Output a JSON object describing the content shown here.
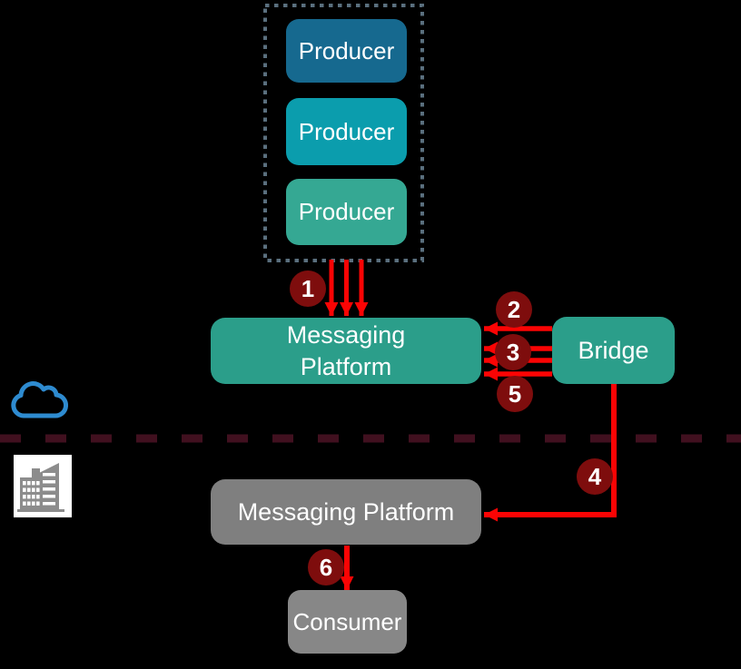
{
  "producer_group": {
    "producers": [
      {
        "label": "Producer",
        "color": "#16698F"
      },
      {
        "label": "Producer",
        "color": "#0B9DAD"
      },
      {
        "label": "Producer",
        "color": "#35A893"
      }
    ],
    "border_color": "#5A6F7E"
  },
  "cloud_zone": {
    "messaging_platform": {
      "label": "Messaging Platform",
      "color": "#2B9E8A"
    },
    "bridge": {
      "label": "Bridge",
      "color": "#2B9E8A"
    },
    "cloud_icon": {
      "name": "cloud-icon",
      "color": "#2E8BD0"
    }
  },
  "onprem_zone": {
    "messaging_platform": {
      "label": "Messaging Platform",
      "color": "#7F7F7F"
    },
    "consumer": {
      "label": "Consumer",
      "color": "#878787"
    },
    "building_icon": {
      "name": "building-icon",
      "color": "#8C8C8C"
    }
  },
  "flow_steps": {
    "labels": [
      "1",
      "2",
      "3",
      "4",
      "5",
      "6"
    ],
    "badge_color": "#7E0D0D",
    "arrow_color": "#FB0404"
  },
  "boundary_line": {
    "color": "#41101F",
    "style": "dashed"
  }
}
